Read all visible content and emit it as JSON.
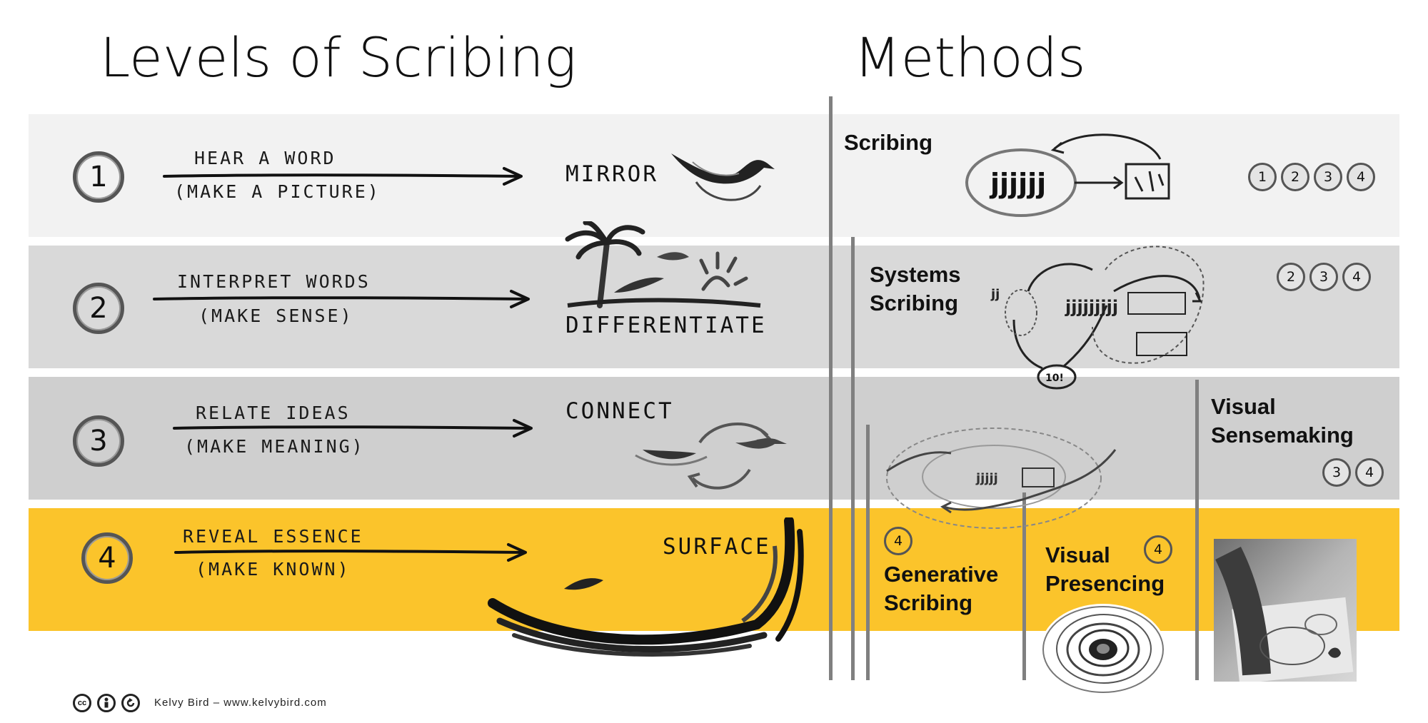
{
  "titles": {
    "left": "Levels of Scribing",
    "right": "Methods"
  },
  "levels": [
    {
      "number": "1",
      "main": "HEAR A WORD",
      "sub": "(MAKE A PICTURE)",
      "verb": "MIRROR"
    },
    {
      "number": "2",
      "main": "INTERPRET WORDS",
      "sub": "(MAKE SENSE)",
      "verb": "DIFFERENTIATE"
    },
    {
      "number": "3",
      "main": "RELATE IDEAS",
      "sub": "(MAKE MEANING)",
      "verb": "CONNECT"
    },
    {
      "number": "4",
      "main": "REVEAL ESSENCE",
      "sub": "(MAKE KNOWN)",
      "verb": "SURFACE"
    }
  ],
  "methods": {
    "scribing": {
      "line1": "Scribing",
      "badges": [
        "1",
        "2",
        "3",
        "4"
      ]
    },
    "systems": {
      "line1": "Systems",
      "line2": "Scribing",
      "badges": [
        "2",
        "3",
        "4"
      ]
    },
    "visual_sensemaking": {
      "line1": "Visual",
      "line2": "Sensemaking",
      "badges": [
        "3",
        "4"
      ]
    },
    "generative": {
      "line1": "Generative",
      "line2": "Scribing",
      "badge": "4"
    },
    "visual_presencing": {
      "line1": "Visual",
      "line2": "Presencing",
      "badge": "4"
    }
  },
  "footer": {
    "credit": "Kelvy Bird – www.kelvybird.com",
    "cc_icon": "cc",
    "by_icon": "attribution-icon",
    "sa_icon": "share-alike-icon"
  },
  "colors": {
    "band1": "#f2f2f2",
    "band2": "#d9d9d9",
    "band3": "#cfcfcf",
    "band4": "#fbc42b",
    "divider": "#808080"
  }
}
